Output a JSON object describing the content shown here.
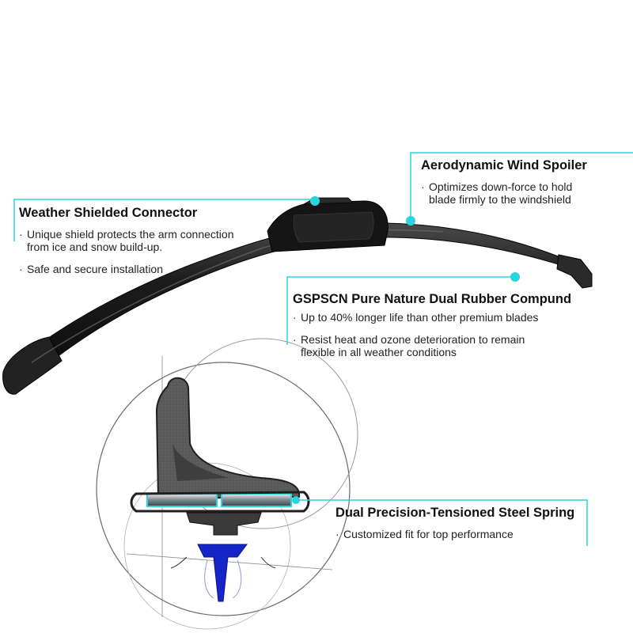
{
  "colors": {
    "accent": "#2ad4dc",
    "blade": "#1a1a1a",
    "rubber": "#555555",
    "spring": "#8a939a",
    "blue_element": "#1525c8"
  },
  "callouts": {
    "spoiler": {
      "title": "Aerodynamic Wind Spoiler",
      "bullets": [
        "Optimizes down-force to hold",
        "blade firmly to the windshield"
      ]
    },
    "connector": {
      "title": "Weather Shielded Connector",
      "bullets": [
        "Unique shield protects the arm connection",
        "from ice and snow build-up.",
        "Safe and secure installation"
      ]
    },
    "rubber": {
      "title": "GSPSCN Pure Nature Dual Rubber Compund",
      "bullets": [
        "Up to 40% longer life than other premium blades",
        "Resist heat and ozone deterioration to remain",
        "flexible in all weather conditions"
      ]
    },
    "spring": {
      "title": "Dual Precision-Tensioned Steel Spring",
      "bullets": [
        "Customized fit for top performance"
      ]
    }
  }
}
